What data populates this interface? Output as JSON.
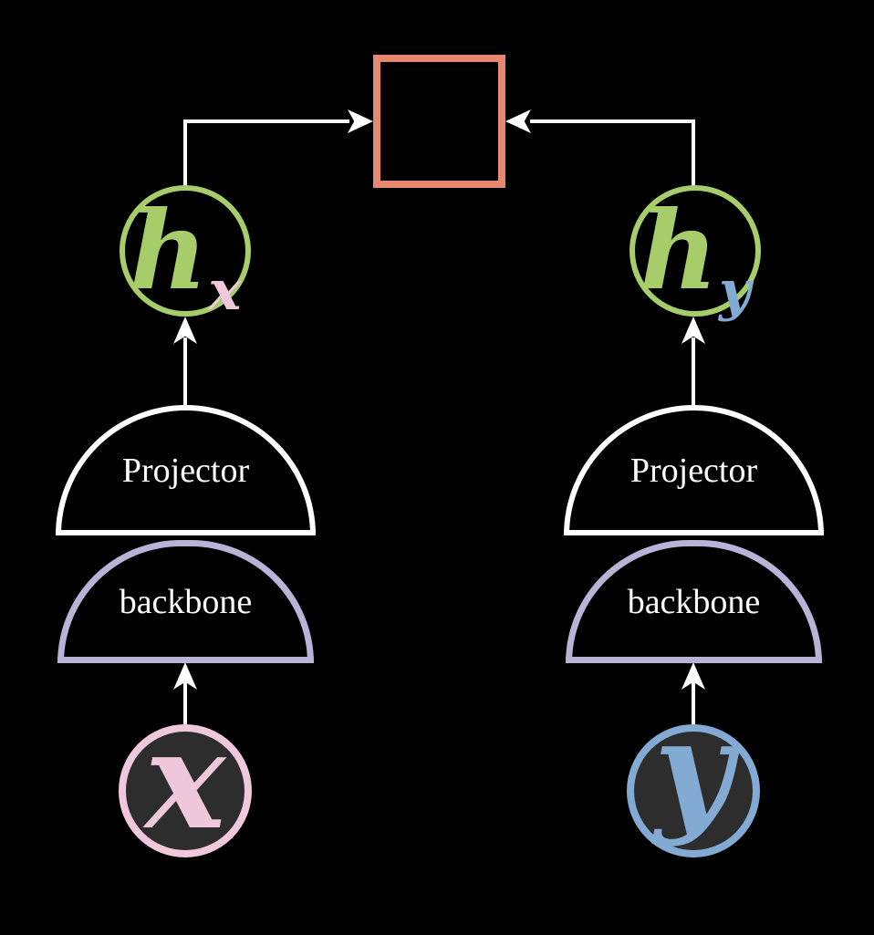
{
  "colors": {
    "background": "#000000",
    "white": "#FFFFFF",
    "salmon": "#E6876F",
    "green": "#A6CD6A",
    "pink": "#F0C8DC",
    "blue": "#82AAD2",
    "lavender": "#B9B4D7",
    "input_fill": "#2D2D2D"
  },
  "branches": {
    "left": {
      "embedding": {
        "base": "h",
        "subscript": "x"
      },
      "projector_label": "Projector",
      "backbone_label": "backbone",
      "input_label": "x"
    },
    "right": {
      "embedding": {
        "base": "h",
        "subscript": "y"
      },
      "projector_label": "Projector",
      "backbone_label": "backbone",
      "input_label": "y"
    }
  }
}
